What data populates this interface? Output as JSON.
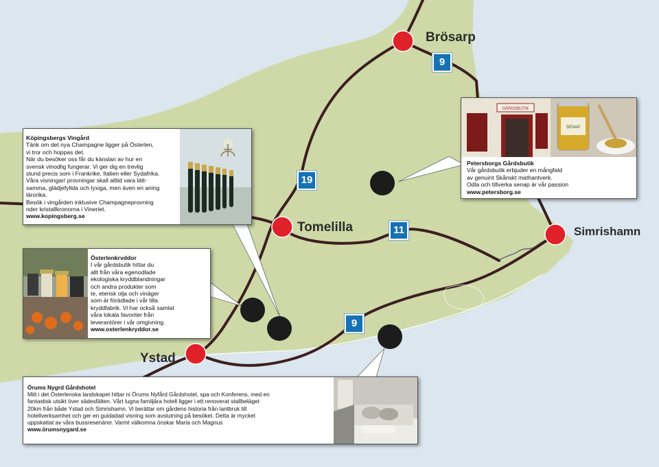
{
  "towns": [
    {
      "id": "brosarp",
      "name": "Brösarp"
    },
    {
      "id": "tomelilla",
      "name": "Tomelilla"
    },
    {
      "id": "simrishamn",
      "name": "Simrishamn"
    },
    {
      "id": "ystad",
      "name": "Ystad"
    }
  ],
  "roads": [
    {
      "id": "road-9-north",
      "number": "9"
    },
    {
      "id": "road-19",
      "number": "19"
    },
    {
      "id": "road-11",
      "number": "11"
    },
    {
      "id": "road-9-south",
      "number": "9"
    }
  ],
  "places": {
    "kopingsberg": {
      "title": "Köpingsbergs Vingård",
      "body": "Tänk om det nya Champagne ligger på Österlen,\nvi tror och hoppas det.\nNär du besöker oss får du känslan av hur en\nsvensk vinodlig fungerar. Vi ger dig en trevlig\nstund precis som i Frankrike, Italien eller Sydafrika.\nVåra visningar/ provningar skall alltid vara lätt-\nsamma, glädjefyllda och lyxiga, men även en aning\nlärorika.\nBesök i vingården inklusive Champagneprovning\nnder kristallkronorna i Vineriet.",
      "web": "www.kopingsberg.se"
    },
    "petersborg": {
      "title": "Petersborgs Gårdsbutik",
      "body": "Vår gårdsbutik erbjuder en mångfald\nav genuint Skånskt mathantverk.\nOdla och tillverka senap är vår passion",
      "web": "www.petersborg.se"
    },
    "osterlenkryddor": {
      "title": "Österlenkrvddor",
      "body": "I vår gårdsbutik hittar du\n allt från våra egenodlade\nekologiska kryddblandningar\n och andra produkter som\nte, eterisk olja och vinäger\nsom är förädlade i vår lilla\nkryddfabrik. Vi har också samlat\nvåra lokala favoriter från\n leverantörer i vår omgivning.",
      "web": "www.osterlenkryddor.se"
    },
    "orums": {
      "title": "Örums Nygrd Gårdshotel",
      "body": "Mitt i det Österlenska landskapet hittar ni Örums Nyfård Gårdshotel, spa och Konferens, med en\nfantastisk utsikt över sädesfälten. Vårt lugna familjära hotell ligger i ett renoverat stallbeläget\n 20km från både Ystad och Simrishamn. Vi berättar om gårdens historia från lantbruk till\nhotellverksamhet och ger en guidadad visning som avslutning på besöket. Detta är mycket\nuppskattat av våra bussresenärer. Varmt välkomna önskar Maria och Magnus",
      "web": "www.örumsnygard.se"
    },
    "petersborg_photo_signs": {
      "sign": "GÅRDSBUTIK",
      "jar": "SENAP"
    }
  },
  "colors": {
    "land": "#cfd9a8",
    "sea": "#dbe6ee",
    "road": "#3b1f1f",
    "town_marker": "#e0212a",
    "place_marker": "#1c1c1c",
    "shield": "#1672b5"
  }
}
